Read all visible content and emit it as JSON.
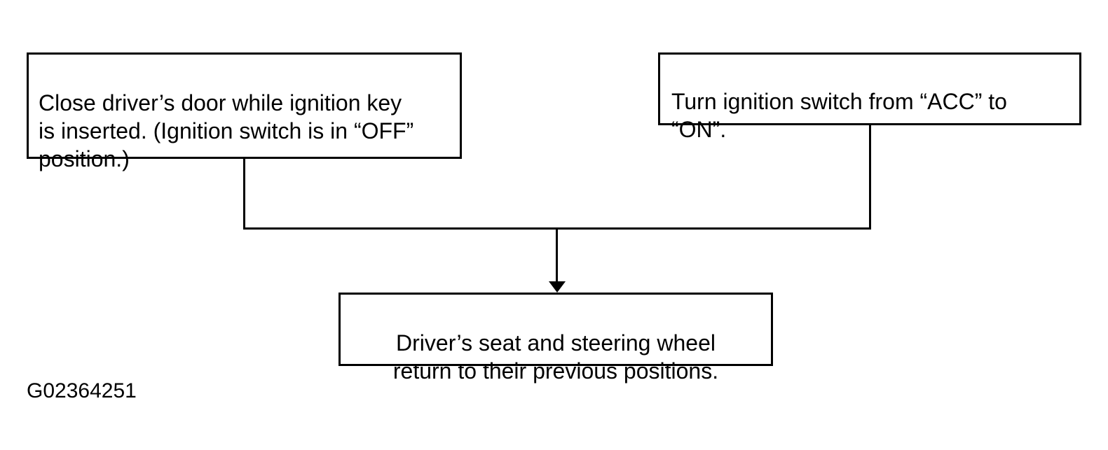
{
  "canvas": {
    "background_color": "#ffffff",
    "ink_color": "#000000"
  },
  "figure": {
    "id_label": "G02364251"
  },
  "flowchart": {
    "boxes": {
      "close_door": {
        "text": "Close driver’s door while ignition key\nis inserted. (Ignition switch is in “OFF”\nposition.)"
      },
      "turn_ignition": {
        "text": "Turn ignition switch from “ACC” to\n“ON”."
      },
      "result": {
        "text": "Driver’s seat and steering wheel\nreturn to their previous positions."
      }
    }
  }
}
